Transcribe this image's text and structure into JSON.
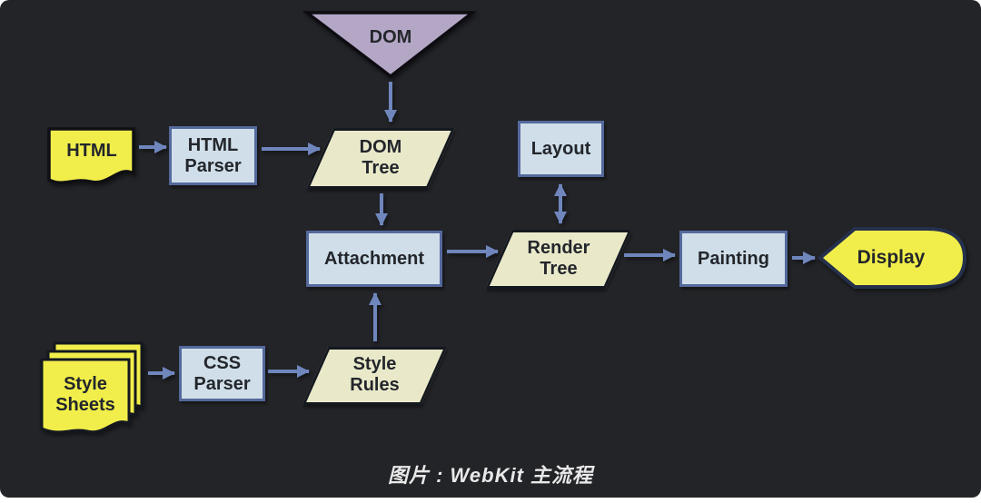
{
  "figure": {
    "caption": "图片 : WebKit 主流程"
  },
  "colors": {
    "background": "#232428",
    "page": "#ffffff",
    "node_yellow": "#f1ee4b",
    "process_fill": "#cfdee9",
    "process_border": "#54699c",
    "data_fill": "#e9e9ca",
    "data_border": "#14181f",
    "triangle_fill": "#b4a7c6",
    "arrow": "#6f86bd",
    "caption_text": "#e8e8e8"
  },
  "nodes": {
    "dom": {
      "label": "DOM",
      "shape": "inverted-triangle"
    },
    "html": {
      "label": "HTML",
      "shape": "document"
    },
    "html_parser": {
      "line1": "HTML",
      "line2": "Parser",
      "shape": "process"
    },
    "dom_tree": {
      "line1": "DOM",
      "line2": "Tree",
      "shape": "parallelogram"
    },
    "layout": {
      "label": "Layout",
      "shape": "process"
    },
    "attachment": {
      "label": "Attachment",
      "shape": "process"
    },
    "render_tree": {
      "line1": "Render",
      "line2": "Tree",
      "shape": "parallelogram"
    },
    "painting": {
      "label": "Painting",
      "shape": "process"
    },
    "display": {
      "label": "Display",
      "shape": "display"
    },
    "style_sheets": {
      "line1": "Style",
      "line2": "Sheets",
      "shape": "stacked-documents"
    },
    "css_parser": {
      "line1": "CSS",
      "line2": "Parser",
      "shape": "process"
    },
    "style_rules": {
      "line1": "Style",
      "line2": "Rules",
      "shape": "parallelogram"
    }
  },
  "edges": [
    {
      "from": "DOM",
      "to": "DOM Tree",
      "direction": "down"
    },
    {
      "from": "HTML",
      "to": "HTML Parser",
      "direction": "right"
    },
    {
      "from": "HTML Parser",
      "to": "DOM Tree",
      "direction": "right"
    },
    {
      "from": "DOM Tree",
      "to": "Attachment",
      "direction": "down"
    },
    {
      "from": "Layout",
      "to": "Render Tree",
      "direction": "both"
    },
    {
      "from": "Attachment",
      "to": "Render Tree",
      "direction": "right"
    },
    {
      "from": "Render Tree",
      "to": "Painting",
      "direction": "right"
    },
    {
      "from": "Painting",
      "to": "Display",
      "direction": "right"
    },
    {
      "from": "Style Sheets",
      "to": "CSS Parser",
      "direction": "right"
    },
    {
      "from": "CSS Parser",
      "to": "Style Rules",
      "direction": "right"
    },
    {
      "from": "Style Rules",
      "to": "Attachment",
      "direction": "up"
    }
  ]
}
